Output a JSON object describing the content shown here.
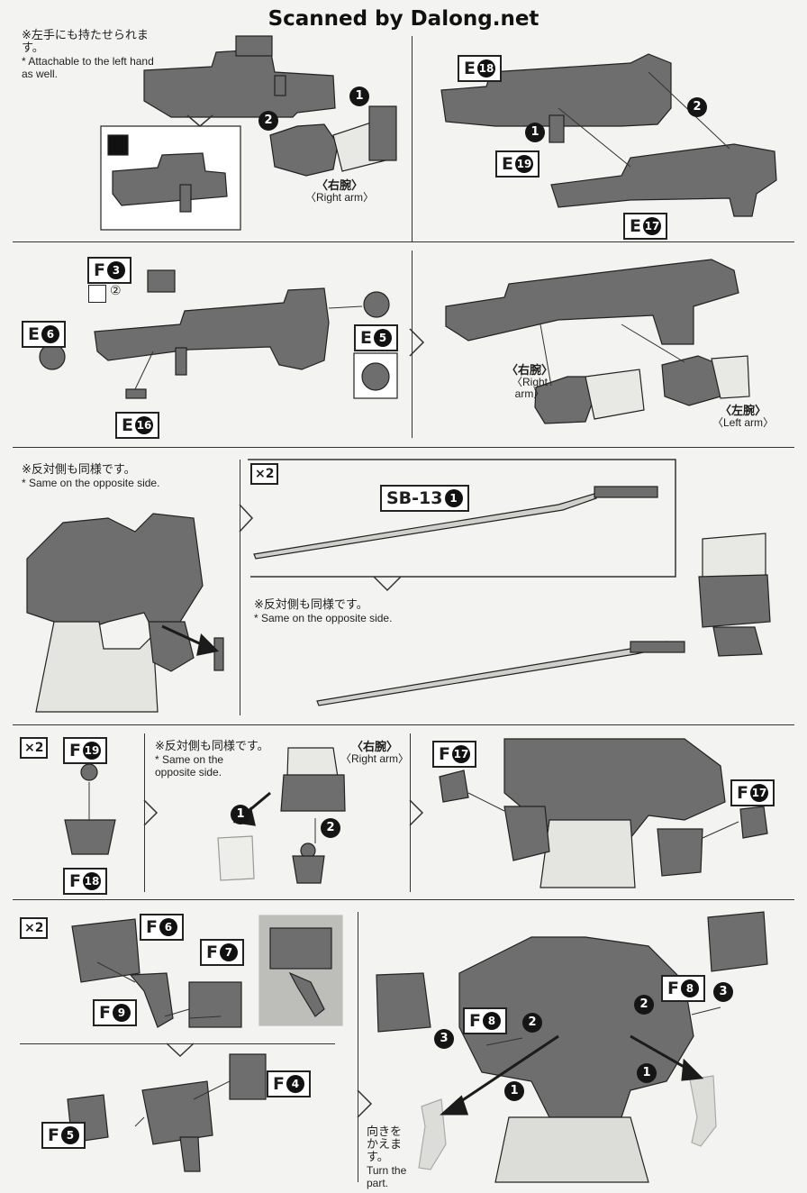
{
  "header": "Scanned by Dalong.net",
  "notes": {
    "left_hand_jp": "※左手にも持たせられます。",
    "left_hand_en": "* Attachable to the left hand as well.",
    "opposite_jp": "※反対側も同様です。",
    "opposite_en": "* Same on the opposite side.",
    "opposite_en_split1": "* Same on the",
    "opposite_en_split2": "opposite side.",
    "turn_jp": "向きを かえます。",
    "turn_en": "Turn the part."
  },
  "arms": {
    "right_jp": "〈右腕〉",
    "right_en": "〈Right arm〉",
    "right_en_a": "〈Right",
    "right_en_b": "arm〉",
    "left_jp": "〈左腕〉",
    "left_en": "〈Left arm〉"
  },
  "parts": {
    "e18": "E",
    "e18n": "18",
    "e19": "E",
    "e19n": "19",
    "e17": "E",
    "e17n": "17",
    "f3": "F",
    "f3n": "3",
    "e6": "E",
    "e6n": "6",
    "e5": "E",
    "e5n": "5",
    "e16": "E",
    "e16n": "16",
    "sb13": "SB-13",
    "sb13n": "1",
    "f19": "F",
    "f19n": "19",
    "f18": "F",
    "f18n": "18",
    "f17": "F",
    "f17n": "17",
    "f6": "F",
    "f6n": "6",
    "f7": "F",
    "f7n": "7",
    "f9": "F",
    "f9n": "9",
    "f4": "F",
    "f4n": "4",
    "f5": "F",
    "f5n": "5",
    "f8": "F",
    "f8n": "8"
  },
  "multipliers": {
    "x2": "×2"
  },
  "steps": {
    "one": "1",
    "two": "2",
    "three": "3",
    "circled2": "②"
  }
}
